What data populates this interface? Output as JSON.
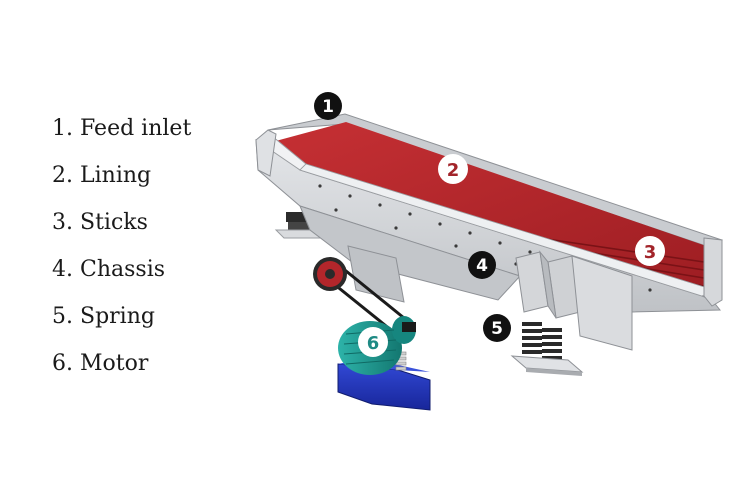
{
  "legend": {
    "items": [
      {
        "number": "1",
        "label": "Feed inlet"
      },
      {
        "number": "2",
        "label": "Lining"
      },
      {
        "number": "3",
        "label": "Sticks"
      },
      {
        "number": "4",
        "label": "Chassis"
      },
      {
        "number": "5",
        "label": "Spring"
      },
      {
        "number": "6",
        "label": "Motor"
      }
    ]
  },
  "markers": {
    "feed_inlet": "1",
    "lining": "2",
    "sticks": "3",
    "chassis": "4",
    "spring": "5",
    "motor": "6"
  },
  "colors": {
    "lining_red": "#b8262a",
    "frame_grey": "#d3d5d8",
    "motor_teal": "#1e9a92",
    "motor_base_blue": "#2236b8",
    "marker_dark": "#111111",
    "marker_lining_text": "#a2242a",
    "marker_motor_text": "#1e8a84"
  }
}
